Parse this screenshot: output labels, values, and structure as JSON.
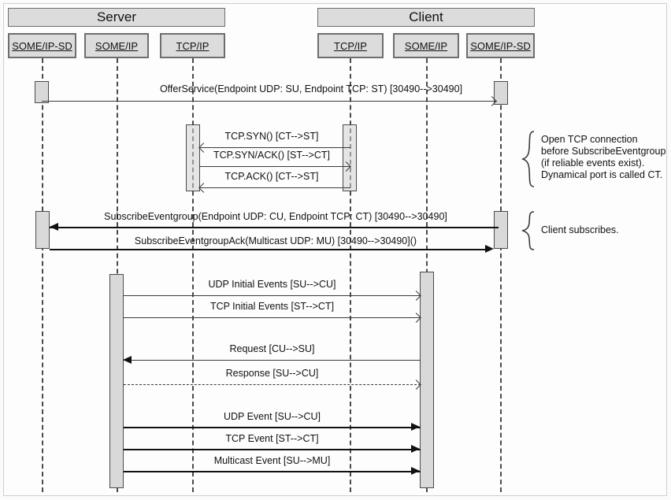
{
  "diagram": {
    "title_server": "Server",
    "title_client": "Client",
    "server_nodes": [
      {
        "label": "SOME/IP-SD"
      },
      {
        "label": "SOME/IP"
      },
      {
        "label": "TCP/IP"
      }
    ],
    "client_nodes": [
      {
        "label": "TCP/IP"
      },
      {
        "label": "SOME/IP"
      },
      {
        "label": "SOME/IP-SD"
      }
    ],
    "messages": [
      {
        "label": "OfferService(Endpoint UDP: SU, Endpoint TCP: ST) [30490-->30490]"
      },
      {
        "label": "TCP.SYN() [CT-->ST]"
      },
      {
        "label": "TCP.SYN/ACK() [ST-->CT]"
      },
      {
        "label": "TCP.ACK() [CT-->ST]"
      },
      {
        "label": "SubscribeEventgroup(Endpoint UDP: CU, Endpoint TCP: CT) [30490-->30490]"
      },
      {
        "label": "SubscribeEventgroupAck(Multicast UDP: MU) [30490-->30490]()"
      },
      {
        "label": "UDP Initial Events [SU-->CU]"
      },
      {
        "label": "TCP Initial Events [ST-->CT]"
      },
      {
        "label": "Request [CU-->SU]"
      },
      {
        "label": "Response [SU-->CU]"
      },
      {
        "label": "UDP Event [SU-->CU]"
      },
      {
        "label": "TCP Event [ST-->CT]"
      },
      {
        "label": "Multicast Event [SU-->MU]"
      }
    ],
    "annotations": [
      {
        "text": "Open TCP connection\nbefore SubscribeEventgroup\n(if reliable events exist).\nDynamical port is called CT."
      },
      {
        "text": "Client subscribes."
      }
    ]
  }
}
